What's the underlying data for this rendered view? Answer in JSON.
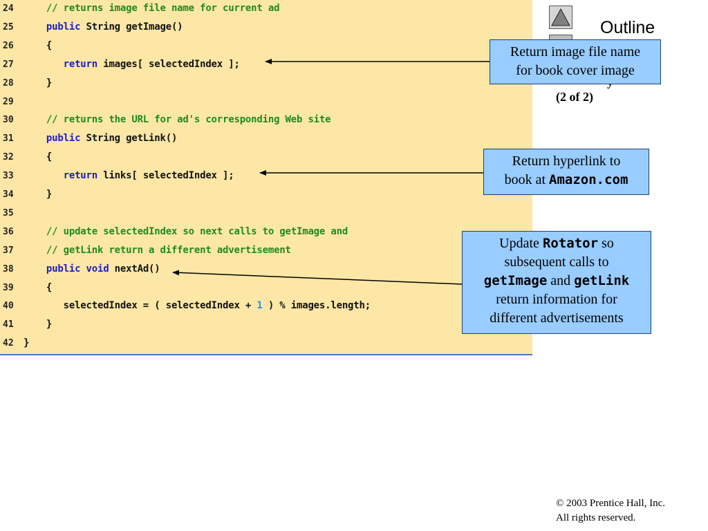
{
  "code": {
    "lines": [
      {
        "num": "24",
        "parts": [
          {
            "t": "    ",
            "c": ""
          },
          {
            "t": "// returns image file name for current ad",
            "c": "cm"
          }
        ]
      },
      {
        "num": "25",
        "parts": [
          {
            "t": "    ",
            "c": ""
          },
          {
            "t": "public",
            "c": "kw"
          },
          {
            "t": " String getImage()",
            "c": ""
          }
        ]
      },
      {
        "num": "26",
        "parts": [
          {
            "t": "    {",
            "c": ""
          }
        ]
      },
      {
        "num": "27",
        "parts": [
          {
            "t": "       ",
            "c": ""
          },
          {
            "t": "return",
            "c": "kw"
          },
          {
            "t": " images[ selectedIndex ];",
            "c": ""
          }
        ]
      },
      {
        "num": "28",
        "parts": [
          {
            "t": "    }",
            "c": ""
          }
        ]
      },
      {
        "num": "29",
        "parts": []
      },
      {
        "num": "30",
        "parts": [
          {
            "t": "    ",
            "c": ""
          },
          {
            "t": "// returns the URL for ad's corresponding Web site",
            "c": "cm"
          }
        ]
      },
      {
        "num": "31",
        "parts": [
          {
            "t": "    ",
            "c": ""
          },
          {
            "t": "public",
            "c": "kw"
          },
          {
            "t": " String getLink()",
            "c": ""
          }
        ]
      },
      {
        "num": "32",
        "parts": [
          {
            "t": "    {",
            "c": ""
          }
        ]
      },
      {
        "num": "33",
        "parts": [
          {
            "t": "       ",
            "c": ""
          },
          {
            "t": "return",
            "c": "kw"
          },
          {
            "t": " links[ selectedIndex ];",
            "c": ""
          }
        ]
      },
      {
        "num": "34",
        "parts": [
          {
            "t": "    }",
            "c": ""
          }
        ]
      },
      {
        "num": "35",
        "parts": []
      },
      {
        "num": "36",
        "parts": [
          {
            "t": "    ",
            "c": ""
          },
          {
            "t": "// update selectedIndex so next calls to getImage and",
            "c": "cm"
          }
        ]
      },
      {
        "num": "37",
        "parts": [
          {
            "t": "    ",
            "c": ""
          },
          {
            "t": "// getLink return a different advertisement",
            "c": "cm"
          }
        ]
      },
      {
        "num": "38",
        "parts": [
          {
            "t": "    ",
            "c": ""
          },
          {
            "t": "public",
            "c": "kw"
          },
          {
            "t": " ",
            "c": ""
          },
          {
            "t": "void",
            "c": "kw"
          },
          {
            "t": " nextAd()",
            "c": ""
          }
        ]
      },
      {
        "num": "39",
        "parts": [
          {
            "t": "    {",
            "c": ""
          }
        ]
      },
      {
        "num": "40",
        "parts": [
          {
            "t": "       selectedIndex = ( selectedIndex + ",
            "c": ""
          },
          {
            "t": "1",
            "c": "num"
          },
          {
            "t": " ) % images.length;",
            "c": ""
          }
        ]
      },
      {
        "num": "41",
        "parts": [
          {
            "t": "    }",
            "c": ""
          }
        ]
      },
      {
        "num": "42",
        "parts": [
          {
            "t": "}",
            "c": ""
          }
        ]
      }
    ]
  },
  "outline": {
    "title": "Outline",
    "page": "(2 of 2)",
    "partial": "y"
  },
  "callouts": {
    "image": {
      "line1": "Return image file name",
      "line2": "for book cover image"
    },
    "link": {
      "line1": "Return hyperlink to",
      "prefix": "book at ",
      "code": "Amazon.com"
    },
    "next": {
      "pre1": "Update ",
      "code1": "Rotator",
      "post1": " so",
      "line2": "subsequent calls to",
      "code2": "getImage",
      "mid": " and ",
      "code3": "getLink",
      "line4": "return information for",
      "line5": "different advertisements"
    }
  },
  "footer": {
    "line1": "© 2003 Prentice Hall, Inc.",
    "line2": "All rights reserved."
  },
  "colors": {
    "code_bg": "#fde7a6",
    "comment": "#1f8a1f",
    "keyword": "#1c1cc8",
    "number": "#1a8cff",
    "callout_bg": "#99ccff"
  }
}
